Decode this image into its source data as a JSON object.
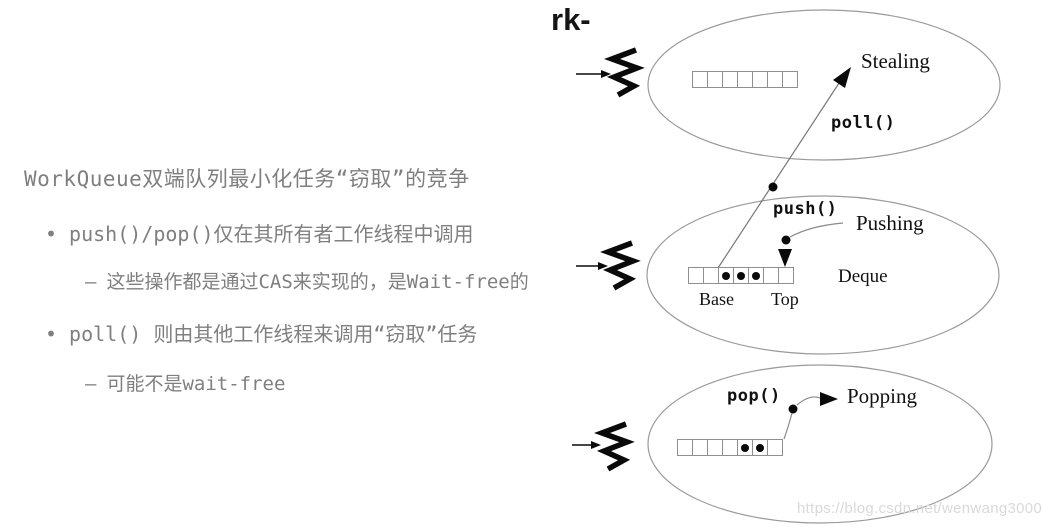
{
  "window": {
    "partial_title": "rk-",
    "watermark": "https://blog.csdn.net/wenwang3000"
  },
  "slide": {
    "title": "WorkQueue双端队列最小化任务“窃取”的竞争",
    "bullet_char": "•",
    "dash_char": "–",
    "bullets": [
      {
        "label": "push()/pop()仅在其所有者工作线程中调用",
        "sub": "这些操作都是通过CAS来实现的，是Wait-free的"
      },
      {
        "label": "poll() 则由其他工作线程来调用“窃取”任务",
        "sub": "可能不是wait-free"
      }
    ]
  },
  "diagram": {
    "sections": [
      {
        "id": "stealing",
        "state_label": "Stealing",
        "op_label": "poll()",
        "cells": [
          0,
          0,
          0,
          0,
          0,
          0,
          0
        ]
      },
      {
        "id": "pushing",
        "state_label": "Pushing",
        "op_label": "push()",
        "deque_label": "Deque",
        "base_label": "Base",
        "top_label": "Top",
        "cells": [
          0,
          0,
          1,
          1,
          1,
          0,
          0
        ]
      },
      {
        "id": "popping",
        "state_label": "Popping",
        "op_label": "pop()",
        "cells": [
          0,
          0,
          0,
          0,
          1,
          1,
          0
        ]
      }
    ],
    "colors": {
      "ink": "#111111",
      "left_text_gray": "#7f7f7f",
      "ellipse_stroke": "#9a9a9a",
      "cell_border": "#8f8f8f",
      "connector_line": "#777777",
      "watermark": "#d9d9d9"
    }
  }
}
